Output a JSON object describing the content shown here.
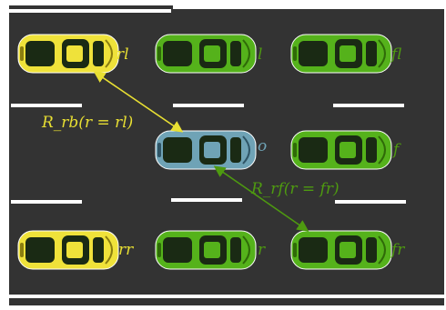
{
  "colors": {
    "road": "#333333",
    "marking": "#ffffff",
    "ego_car": "#6fa3b6",
    "rear_car": "#efe23a",
    "green_car": "#55b21b",
    "yellow_text": "#e8df33",
    "green_text": "#4e9a10"
  },
  "cars": [
    {
      "id": "rl",
      "label": "rl",
      "color": "yellow"
    },
    {
      "id": "l",
      "label": "l",
      "color": "green"
    },
    {
      "id": "fl",
      "label": "fl",
      "color": "green"
    },
    {
      "id": "o",
      "label": "o",
      "color": "blue"
    },
    {
      "id": "f",
      "label": "f",
      "color": "green"
    },
    {
      "id": "rr",
      "label": "rr",
      "color": "yellow"
    },
    {
      "id": "r",
      "label": "r",
      "color": "green"
    },
    {
      "id": "fr",
      "label": "fr",
      "color": "green"
    }
  ],
  "relations": [
    {
      "id": "rb",
      "label": "R_rb(r = rl)",
      "color": "yellow"
    },
    {
      "id": "rf",
      "label": "R_rf(r = fr)",
      "color": "green"
    }
  ]
}
